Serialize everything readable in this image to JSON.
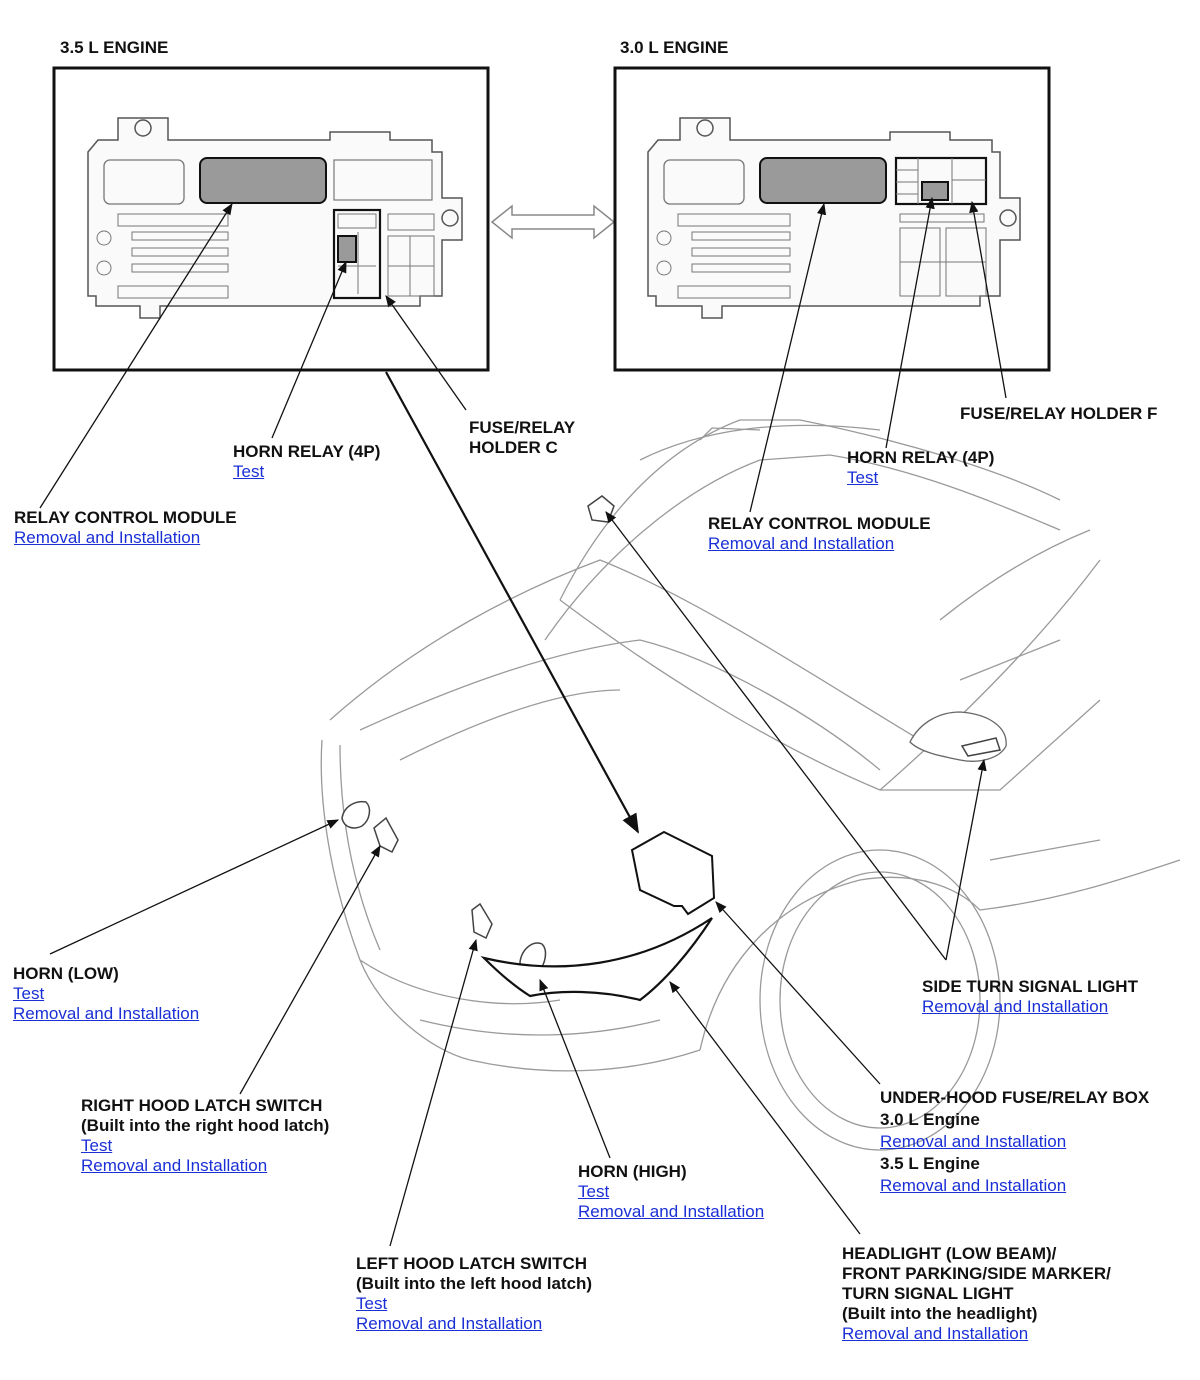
{
  "engines": {
    "left_title": "3.5 L ENGINE",
    "right_title": "3.0 L ENGINE"
  },
  "labels": {
    "horn_relay_c": {
      "title": "HORN RELAY (4P)",
      "link1": "Test"
    },
    "fuse_holder_c": {
      "line1": "FUSE/RELAY",
      "line2": "HOLDER C"
    },
    "relay_module_left": {
      "title": "RELAY CONTROL MODULE",
      "link1": "Removal and Installation"
    },
    "fuse_holder_f": {
      "title": "FUSE/RELAY HOLDER F"
    },
    "horn_relay_f": {
      "title": "HORN RELAY (4P)",
      "link1": "Test"
    },
    "relay_module_right": {
      "title": "RELAY CONTROL MODULE",
      "link1": "Removal and Installation"
    },
    "horn_low": {
      "title": "HORN (LOW)",
      "link1": "Test",
      "link2": "Removal and Installation"
    },
    "side_turn": {
      "title": "SIDE TURN SIGNAL LIGHT",
      "link1": "Removal and Installation"
    },
    "right_latch": {
      "title": "RIGHT HOOD LATCH SWITCH",
      "sub": "(Built into the right hood latch)",
      "link1": "Test",
      "link2": "Removal and Installation"
    },
    "underhood_box": {
      "title": "UNDER-HOOD FUSE/RELAY BOX",
      "eng30": "3.0 L Engine",
      "link30": "Removal and Installation",
      "eng35": "3.5 L Engine",
      "link35": "Removal and Installation"
    },
    "horn_high": {
      "title": "HORN (HIGH)",
      "link1": "Test",
      "link2": "Removal and Installation"
    },
    "left_latch": {
      "title": "LEFT HOOD LATCH SWITCH",
      "sub": "(Built into the left hood latch)",
      "link1": "Test",
      "link2": "Removal and Installation"
    },
    "headlight": {
      "line1": "HEADLIGHT (LOW BEAM)/",
      "line2": "FRONT PARKING/SIDE MARKER/",
      "line3": "TURN SIGNAL LIGHT",
      "sub": "(Built into the headlight)",
      "link1": "Removal and Installation"
    }
  },
  "colors": {
    "link": "#1a2fd6",
    "highlight_gray": "#9a9a9a",
    "line": "#111111"
  }
}
